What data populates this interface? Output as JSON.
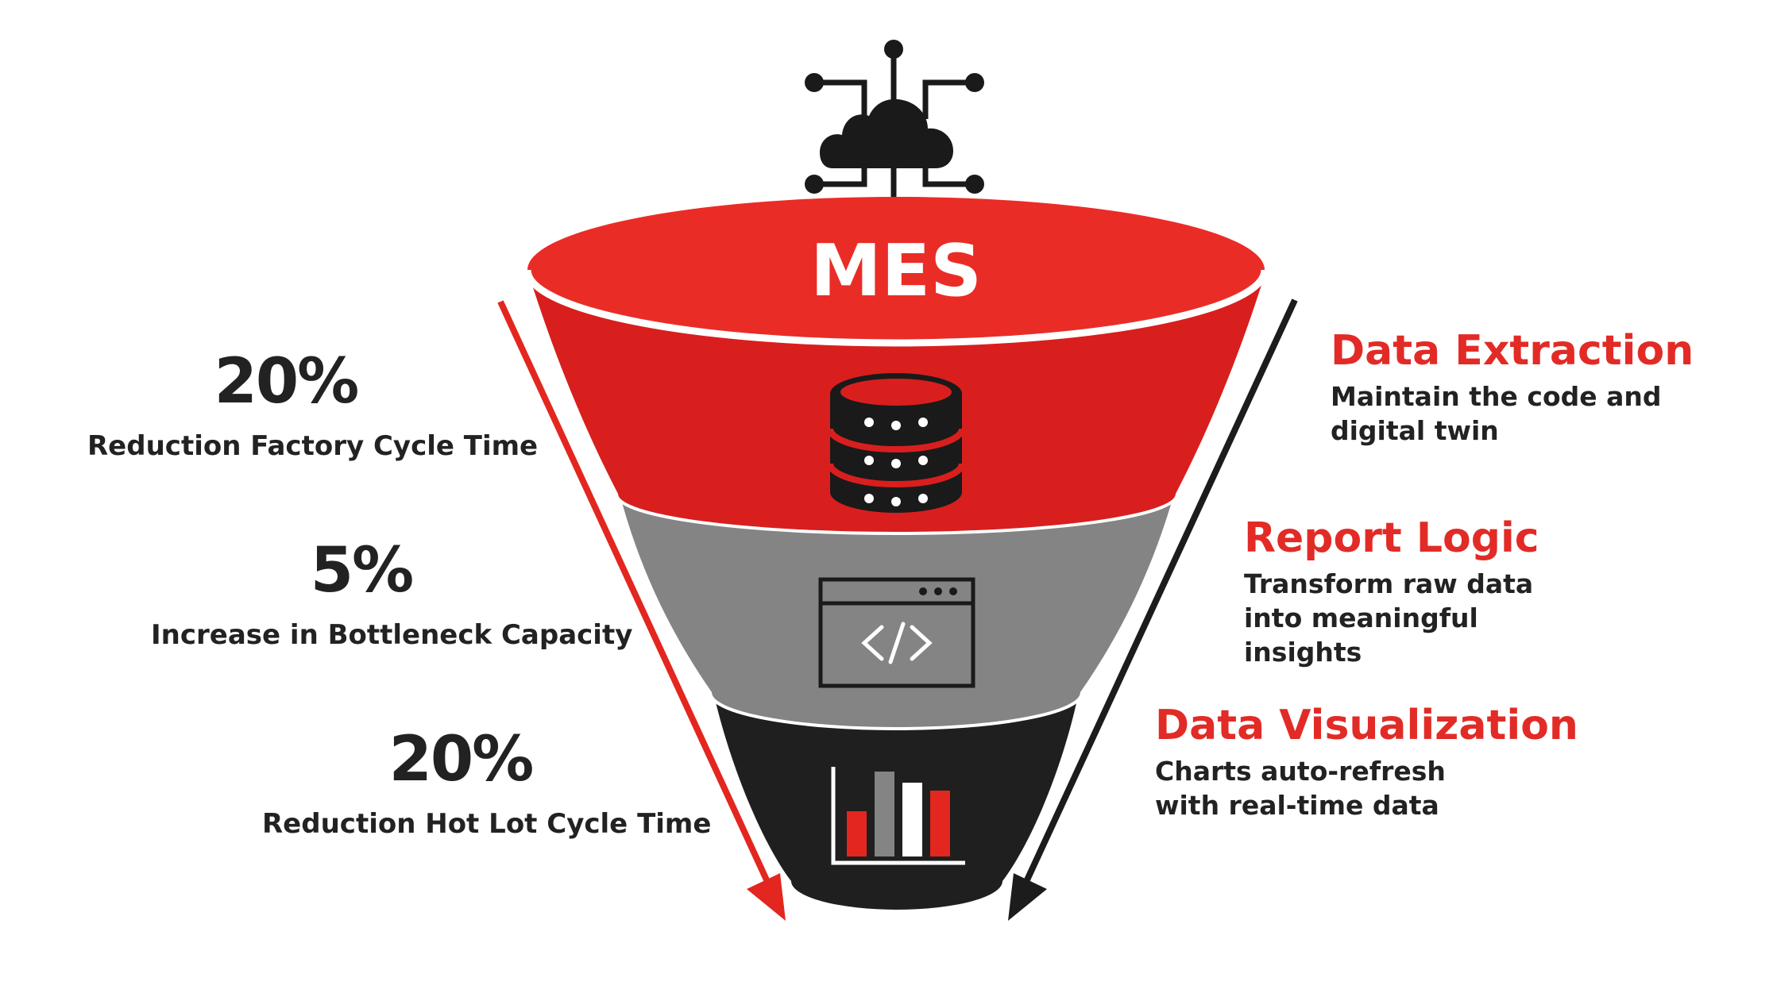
{
  "funnel": {
    "top_label": "MES",
    "stages": [
      {
        "name": "Data Extraction",
        "color": "#d81f1e",
        "icon": "database-icon"
      },
      {
        "name": "Report Logic",
        "color": "#858484",
        "icon": "code-window-icon"
      },
      {
        "name": "Data Visualization",
        "color": "#1f1f1f",
        "icon": "bar-chart-icon"
      }
    ],
    "top_color": "#ea2c27",
    "cloud_icon": "cloud-network-icon",
    "left_arrow_color": "#e3261f",
    "right_arrow_color": "#1c1c1c"
  },
  "stats": [
    {
      "value": "20%",
      "label": "Reduction Factory Cycle Time"
    },
    {
      "value": "5%",
      "label": "Increase in Bottleneck Capacity"
    },
    {
      "value": "20%",
      "label": "Reduction Hot Lot Cycle Time"
    }
  ],
  "steps": [
    {
      "title": "Data Extraction",
      "description": "Maintain the code and digital twin"
    },
    {
      "title": "Report Logic",
      "description": "Transform raw data into meaningful insights"
    },
    {
      "title": "Data Visualization",
      "description": "Charts auto-refresh with real-time data"
    }
  ]
}
